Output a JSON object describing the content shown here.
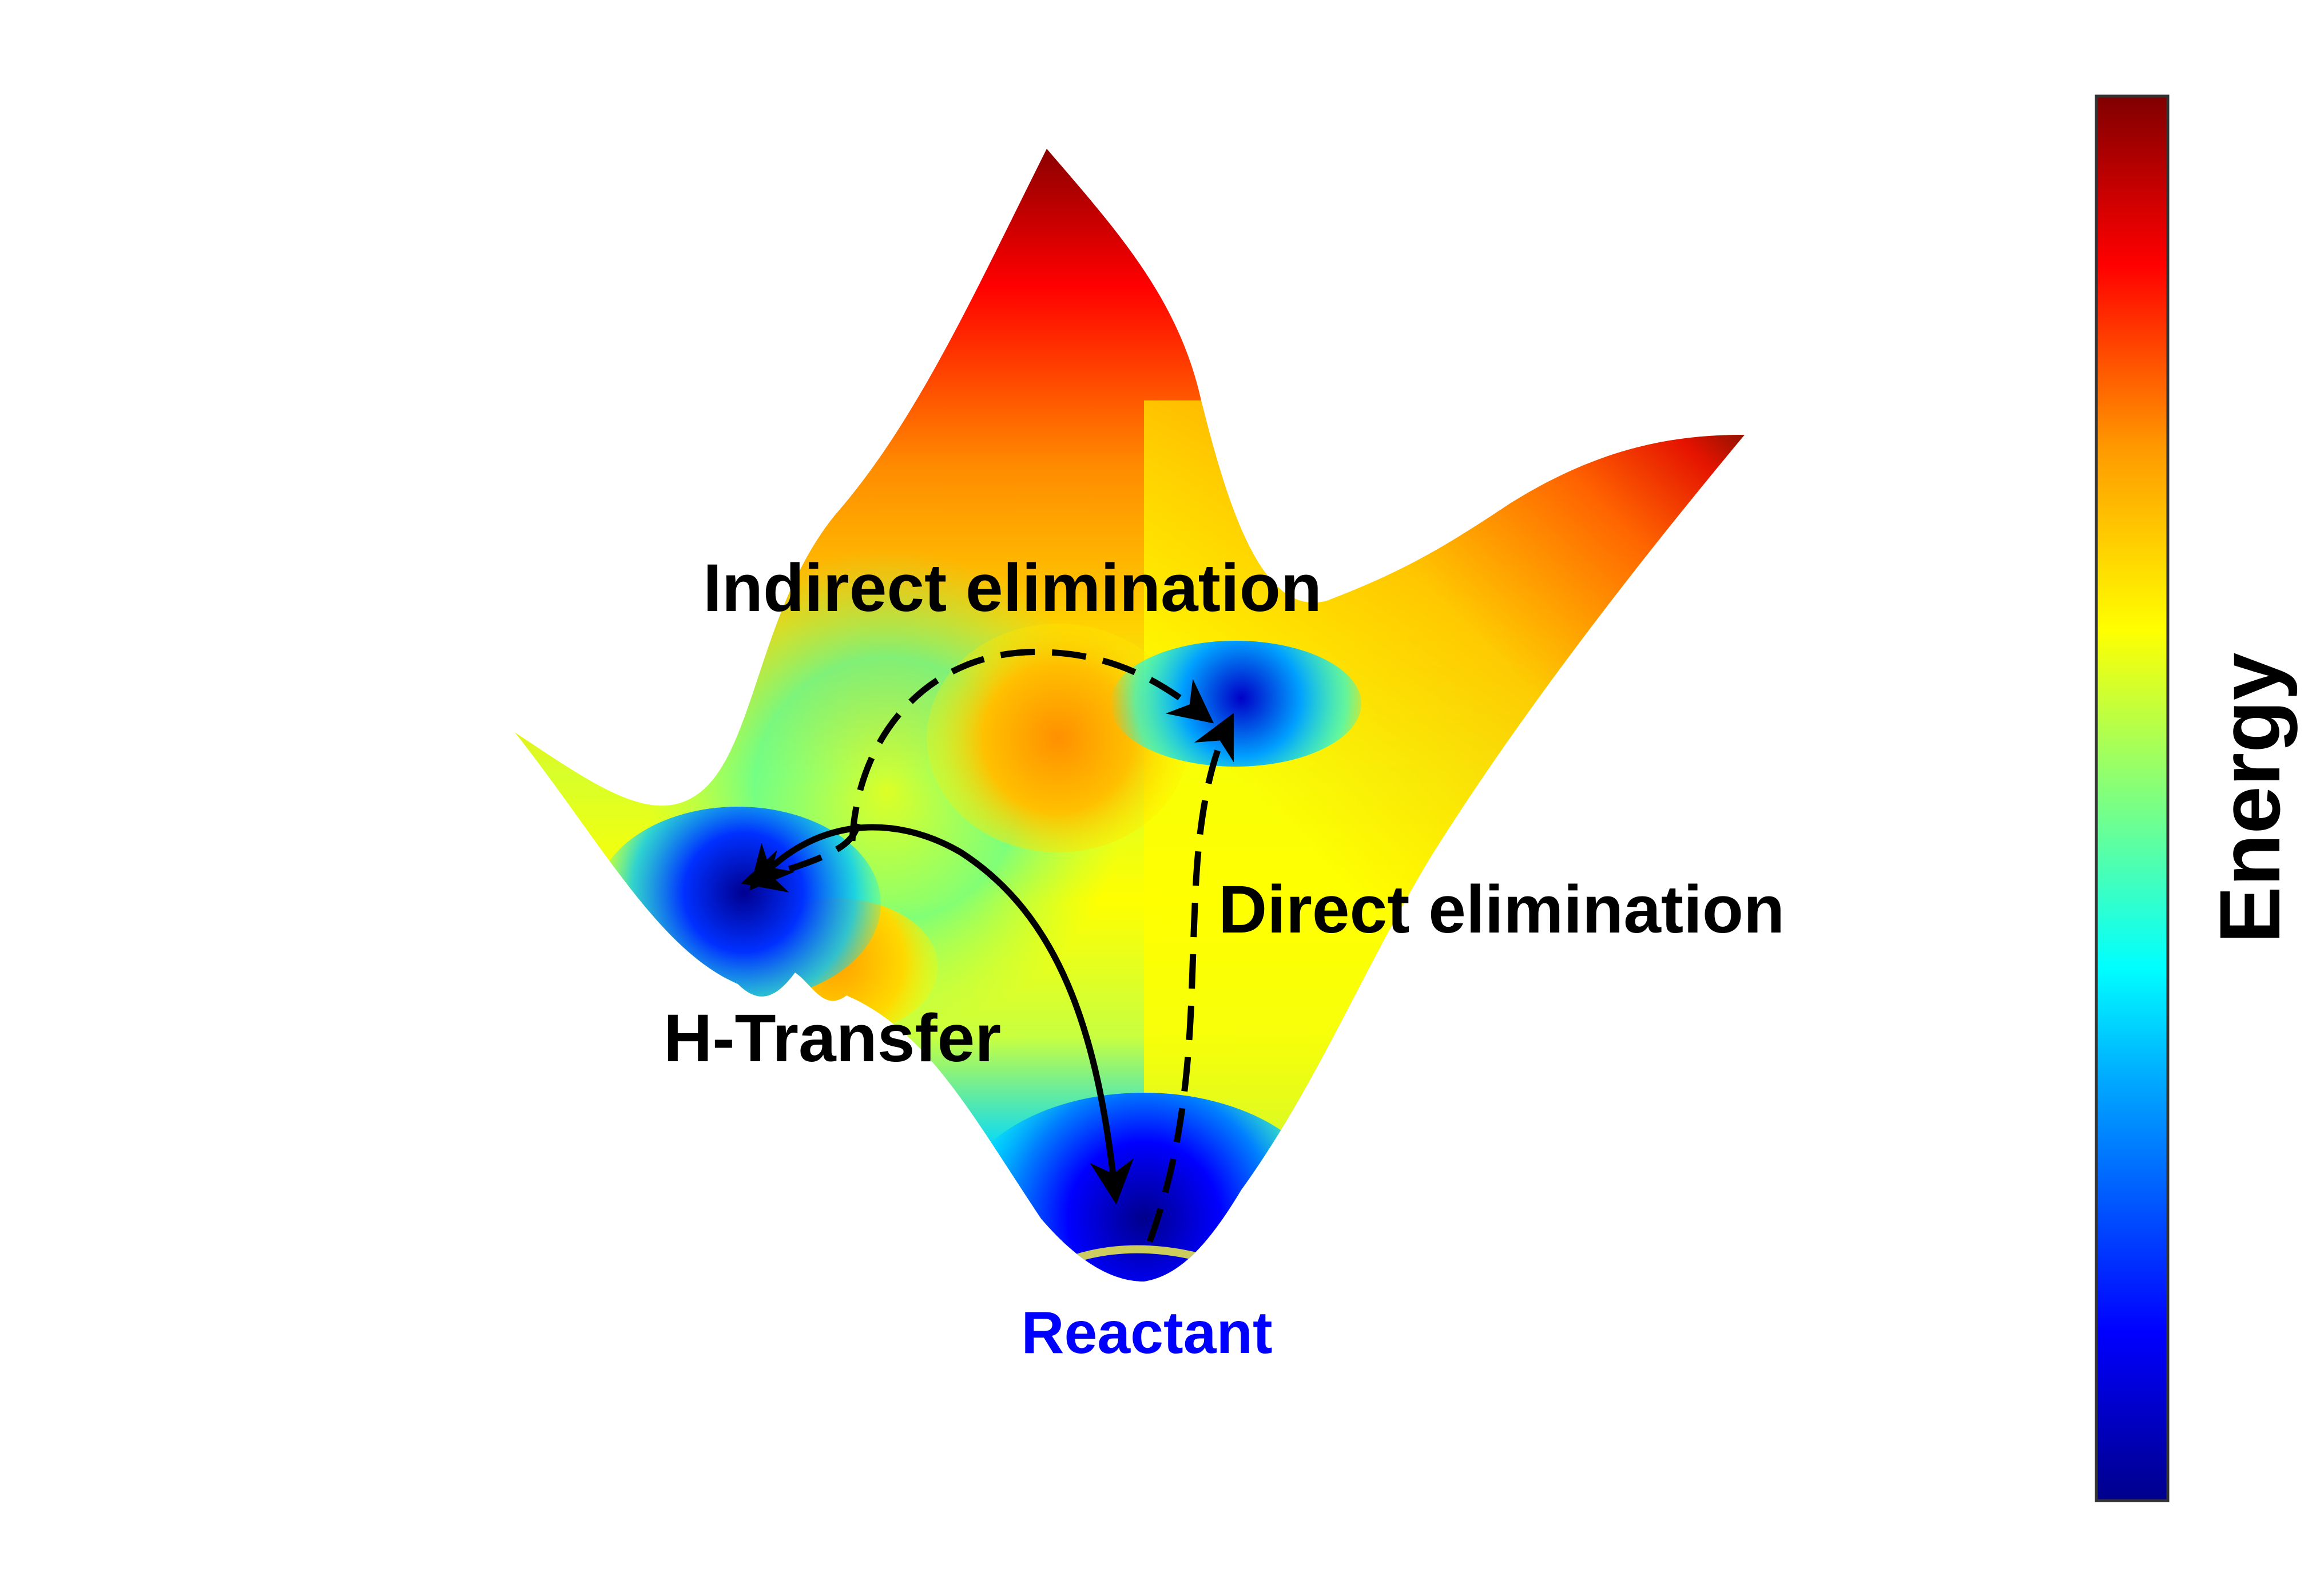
{
  "labels": {
    "indirect": "Indirect elimination",
    "direct": "Direct elimination",
    "htransfer": "H-Transfer",
    "reactant": "Reactant"
  },
  "colorbar": {
    "label": "Energy",
    "stops": [
      "#00008b",
      "#0000ff",
      "#00aaff",
      "#00ffff",
      "#7fff7f",
      "#ffff00",
      "#ff9900",
      "#ff0000",
      "#800000"
    ]
  },
  "colors": {
    "arrow": "#000000",
    "reactant_text": "#0000ff",
    "label_text": "#000000"
  }
}
